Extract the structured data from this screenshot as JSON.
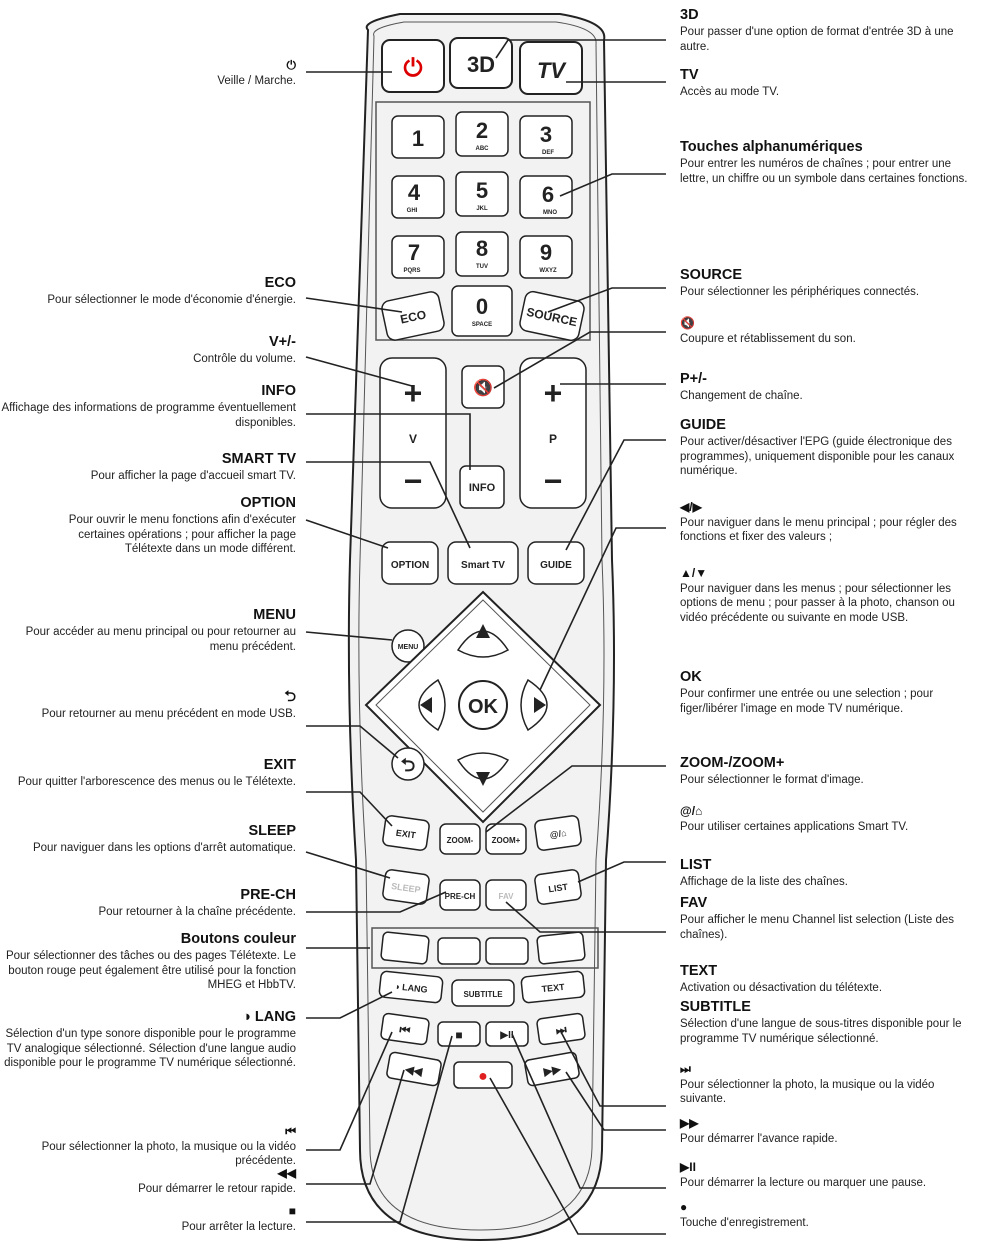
{
  "left_notes": [
    {
      "title": "⏻",
      "desc": "Veille / Marche."
    },
    {
      "title": "ECO",
      "desc": "Pour sélectionner le mode d'économie d'énergie."
    },
    {
      "title": "V+/-",
      "desc": "Contrôle du volume."
    },
    {
      "title": "INFO",
      "desc": "Affichage des informations de programme éventuellement disponibles."
    },
    {
      "title": "SMART TV",
      "desc": "Pour afficher la page d'accueil smart TV."
    },
    {
      "title": "OPTION",
      "desc": "Pour ouvrir le menu fonctions afin d'exécuter certaines opérations ; pour afficher la page Télétexte dans un mode différent."
    },
    {
      "title": "MENU",
      "desc": "Pour accéder au menu principal ou pour retourner au menu précédent."
    },
    {
      "title": "⮌",
      "desc": "Pour retourner au menu précédent en mode USB."
    },
    {
      "title": "EXIT",
      "desc": "Pour quitter l'arborescence des menus ou le Télétexte."
    },
    {
      "title": "SLEEP",
      "desc": "Pour naviguer dans les options d'arrêt automatique."
    },
    {
      "title": "PRE-CH",
      "desc": "Pour retourner à la chaîne précédente."
    },
    {
      "title": "Boutons couleur",
      "desc": "Pour sélectionner des tâches ou des pages Télétexte. Le bouton rouge peut également être utilisé pour la fonction MHEG et HbbTV."
    },
    {
      "title": "◑ LANG",
      "desc": "Sélection d'un type sonore disponible pour le programme TV analogique sélectionné. Sélection d'une langue audio disponible pour le programme TV numérique sélectionné."
    },
    {
      "title": "⏮",
      "desc": "Pour sélectionner la photo, la musique ou la vidéo précédente."
    },
    {
      "title": "◀◀",
      "desc": "Pour démarrer le retour rapide."
    },
    {
      "title": "■",
      "desc": "Pour arrêter la lecture."
    }
  ],
  "right_notes": [
    {
      "title": "3D",
      "desc": "Pour passer d'une option de format d'entrée 3D à une autre."
    },
    {
      "title": "TV",
      "desc": "Accès au mode TV."
    },
    {
      "title": "Touches alphanumériques",
      "desc": "Pour entrer les numéros de chaînes ; pour entrer une lettre, un chiffre ou un symbole dans certaines fonctions."
    },
    {
      "title": "SOURCE",
      "desc": "Pour sélectionner les périphériques connectés."
    },
    {
      "title": "🔇",
      "desc": "Coupure et rétablissement du son."
    },
    {
      "title": "P+/-",
      "desc": "Changement de chaîne."
    },
    {
      "title": "GUIDE",
      "desc": "Pour activer/désactiver l'EPG (guide électronique des programmes), uniquement disponible pour les canaux numérique."
    },
    {
      "title": "◀/▶",
      "desc": "Pour naviguer dans le menu principal ; pour régler des fonctions et fixer des valeurs ;"
    },
    {
      "title": "▲/▼",
      "desc": "Pour naviguer dans les menus ; pour sélectionner les options de menu ; pour passer à la photo, chanson ou vidéo précédente ou suivante en mode USB."
    },
    {
      "title": "OK",
      "desc": "Pour confirmer une entrée ou une selection ; pour figer/libérer l'image en mode TV numérique."
    },
    {
      "title": "ZOOM-/ZOOM+",
      "desc": "Pour sélectionner le format d'image."
    },
    {
      "title": "@/⌂",
      "desc": "Pour utiliser certaines applications Smart TV."
    },
    {
      "title": "LIST",
      "desc": "Affichage de la liste des chaînes."
    },
    {
      "title": "FAV",
      "desc": "Pour afficher le menu Channel list selection (Liste des chaînes)."
    },
    {
      "title": "TEXT",
      "desc": "Activation ou désactivation du télétexte."
    },
    {
      "title": "SUBTITLE",
      "desc": "Sélection d'une langue de sous-titres disponible pour le programme TV numérique sélectionné."
    },
    {
      "title": "⏭",
      "desc": "Pour sélectionner la photo, la musique ou la vidéo suivante."
    },
    {
      "title": "▶▶",
      "desc": "Pour démarrer l'avance rapide."
    },
    {
      "title": "▶II",
      "desc": "Pour démarrer la lecture ou marquer une pause."
    },
    {
      "title": "●",
      "desc": "Touche d'enregistrement."
    }
  ],
  "keys": {
    "power": "⏻",
    "k3d": "3D",
    "tv": "TV",
    "n1": "1",
    "n2": "2",
    "n2s": "ABC",
    "n3": "3",
    "n3s": "DEF",
    "n4": "4",
    "n4s": "GHI",
    "n5": "5",
    "n5s": "JKL",
    "n6": "6",
    "n6s": "MNO",
    "n7": "7",
    "n7s": "PQRS",
    "n8": "8",
    "n8s": "TUV",
    "n9": "9",
    "n9s": "WXYZ",
    "n0": "0",
    "n0s": "SPACE",
    "eco": "ECO",
    "source": "SOURCE",
    "plus": "+",
    "minus": "−",
    "v": "V",
    "p": "P",
    "mute": "🔇",
    "info": "INFO",
    "option": "OPTION",
    "smart": "Smart TV",
    "guide": "GUIDE",
    "menu": "MENU",
    "ok": "OK",
    "back": "⮌",
    "exit": "EXIT",
    "zoomm": "ZOOM-",
    "zoomp": "ZOOM+",
    "at": "@/⌂",
    "sleep": "SLEEP",
    "prech": "PRE-CH",
    "fav": "FAV",
    "list": "LIST",
    "lang": "◑ LANG",
    "subtitle": "SUBTITLE",
    "text": "TEXT",
    "prev": "⏮",
    "stop": "■",
    "play": "▶II",
    "next": "⏭",
    "rew": "◀◀",
    "rec": "●",
    "ff": "▶▶"
  }
}
